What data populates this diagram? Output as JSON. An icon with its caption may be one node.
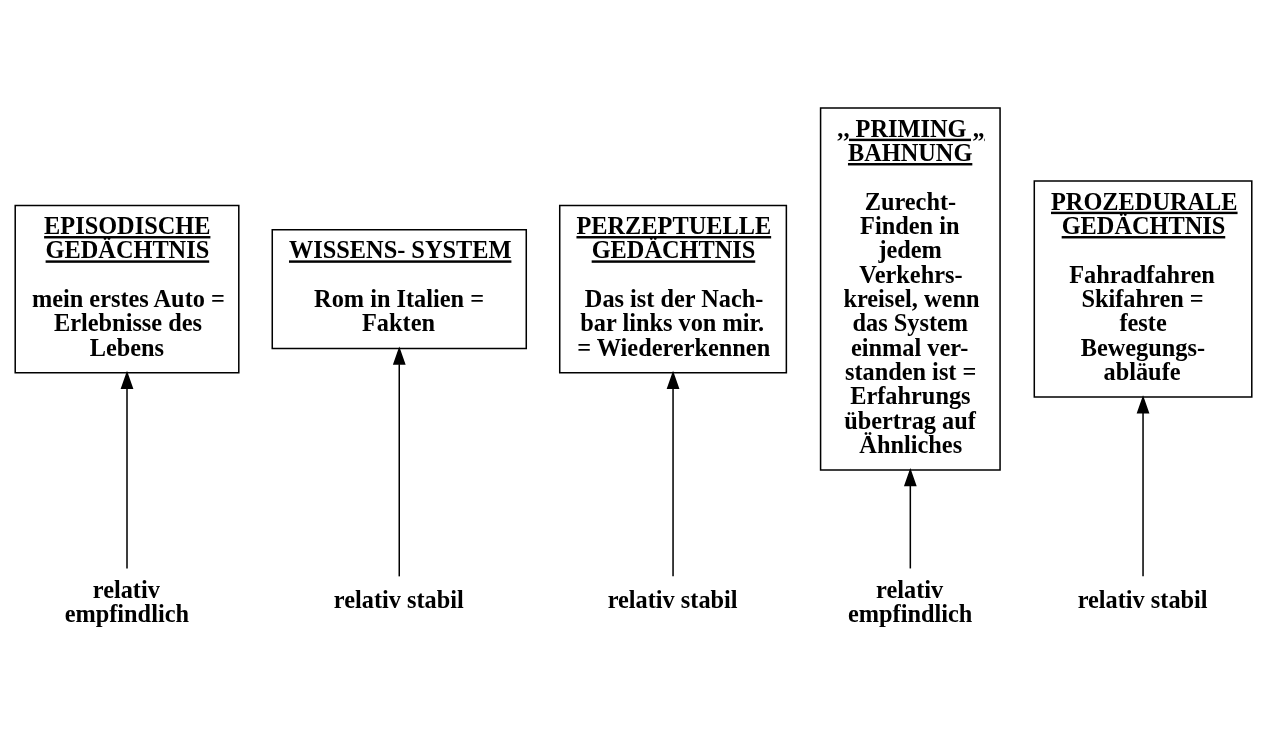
{
  "diagram": {
    "nodes": [
      {
        "text": [
          "EPISODISCHE GEDÄCHTNIS",
          "mein erstes Auto = Erlebnisse des Lebens"
        ]
      },
      {
        "text": [
          "WISSENS- SYSTEM",
          "Rom in Italien = Fakten"
        ]
      },
      {
        "text": [
          "PERZEPTUELLE GEDÄCHTNIS",
          "Das ist der Nach- bar links von mir. = Wiedererkennen"
        ]
      },
      {
        "text": [
          ",, PRIMING „ BAHNUNG",
          "Zurecht- Finden in jedem Verkehrs- kreisel, wenn das System einmal ver- standen ist = Erfahrungs übertrag auf Ähnliches"
        ]
      },
      {
        "text": [
          "PROZEDURALE GEDÄCHTNIS",
          "Fahradfahren Skifahren = feste Bewegungs- abläufe"
        ]
      },
      {
        "text": [
          "relativ empfindlich"
        ]
      },
      {
        "text": [
          "relativ stabil"
        ]
      },
      {
        "text": [
          "relativ stabil"
        ]
      },
      {
        "text": [
          "relativ empfindlich"
        ]
      },
      {
        "text": [
          "relativ stabil"
        ]
      }
    ],
    "edges": [
      {
        "from": 5,
        "to": 0,
        "arrow": "to"
      },
      {
        "from": 6,
        "to": 1,
        "arrow": "to"
      },
      {
        "from": 7,
        "to": 2,
        "arrow": "to"
      },
      {
        "from": 8,
        "to": 3,
        "arrow": "to"
      },
      {
        "from": 9,
        "to": 4,
        "arrow": "to"
      }
    ]
  }
}
